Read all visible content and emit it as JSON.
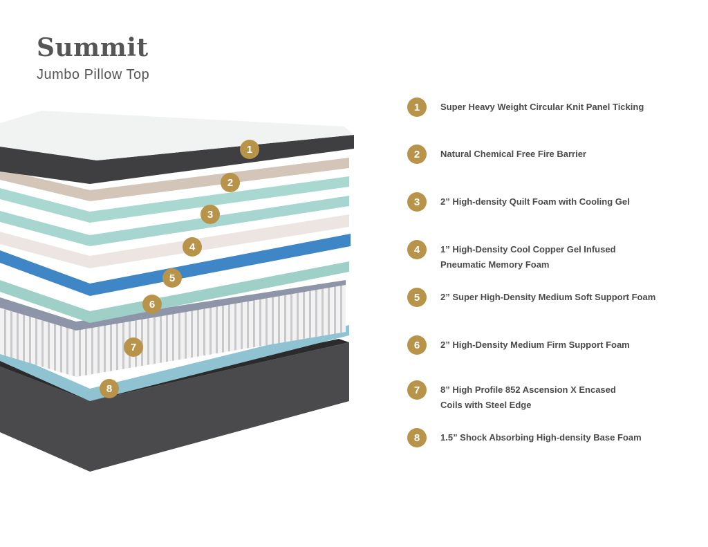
{
  "header": {
    "title": "Summit",
    "subtitle": "Jumbo Pillow Top"
  },
  "colors": {
    "badge": "#b8934a",
    "text": "#4a4a4a"
  },
  "layers": [
    {
      "number": "1",
      "label": "Super Heavy Weight Circular Knit Panel Ticking"
    },
    {
      "number": "2",
      "label": "Natural Chemical Free Fire Barrier"
    },
    {
      "number": "3",
      "label": "2” High-density Quilt Foam with Cooling Gel"
    },
    {
      "number": "4",
      "label": "1” High-Density Cool Copper Gel Infused\nPneumatic Memory Foam"
    },
    {
      "number": "5",
      "label": "2” Super High-Density Medium Soft Support Foam"
    },
    {
      "number": "6",
      "label": "2” High-Density Medium Firm Support Foam"
    },
    {
      "number": "7",
      "label": "8” High Profile 852 Ascension X Encased\nCoils with Steel Edge"
    },
    {
      "number": "8",
      "label": "1.5” Shock Absorbing High-density Base Foam"
    }
  ]
}
